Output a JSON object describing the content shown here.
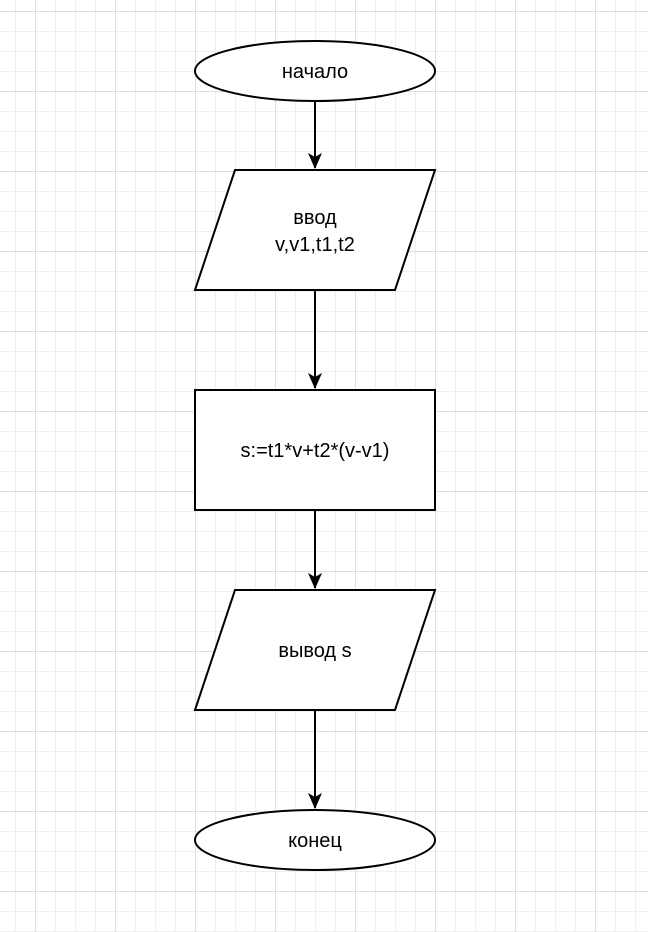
{
  "flowchart": {
    "start_label": "начало",
    "input_label_line1": "ввод",
    "input_label_line2": "v,v1,t1,t2",
    "process_label": "s:=t1*v+t2*(v-v1)",
    "output_label": "вывод s",
    "end_label": "конец"
  },
  "colors": {
    "stroke": "#000000",
    "fill": "#ffffff",
    "grid_major": "#dfdfdf",
    "grid_minor": "#efefef"
  }
}
